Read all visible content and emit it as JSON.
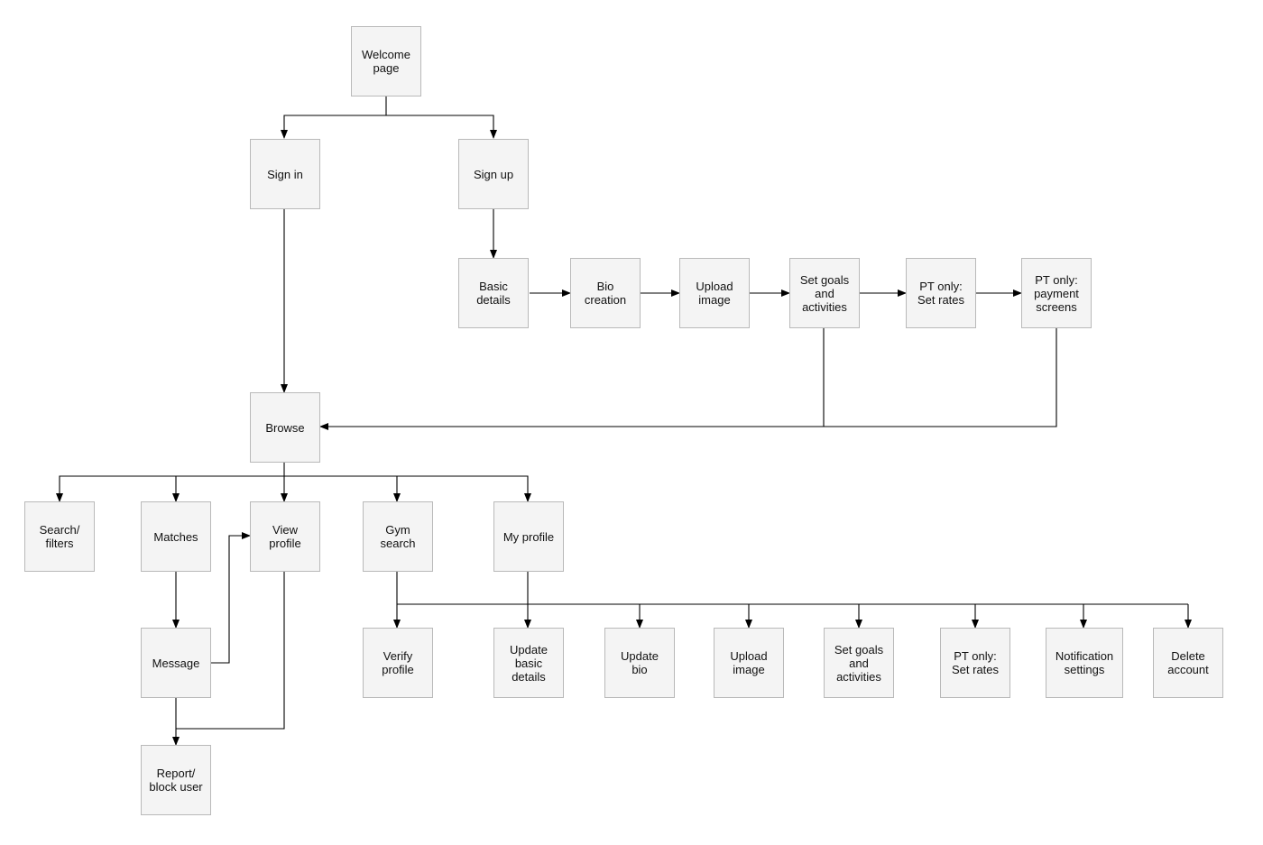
{
  "nodes": {
    "welcome": "Welcome\npage",
    "signin": "Sign in",
    "signup": "Sign up",
    "basic": "Basic\ndetails",
    "bio": "Bio\ncreation",
    "upload": "Upload\nimage",
    "goals": "Set goals\nand\nactivities",
    "ptrates": "PT only:\nSet rates",
    "ptpay": "PT only:\npayment\nscreens",
    "browse": "Browse",
    "search": "Search/\nfilters",
    "matches": "Matches",
    "viewprofile": "View\nprofile",
    "gym": "Gym\nsearch",
    "myprofile": "My profile",
    "message": "Message",
    "report": "Report/\nblock user",
    "verify": "Verify\nprofile",
    "updbasic": "Update\nbasic\ndetails",
    "updbio": "Update\nbio",
    "upd_upload": "Upload\nimage",
    "upd_goals": "Set goals\nand\nactivities",
    "upd_ptrates": "PT only:\nSet rates",
    "notif": "Notification\nsettings",
    "delete": "Delete\naccount"
  }
}
